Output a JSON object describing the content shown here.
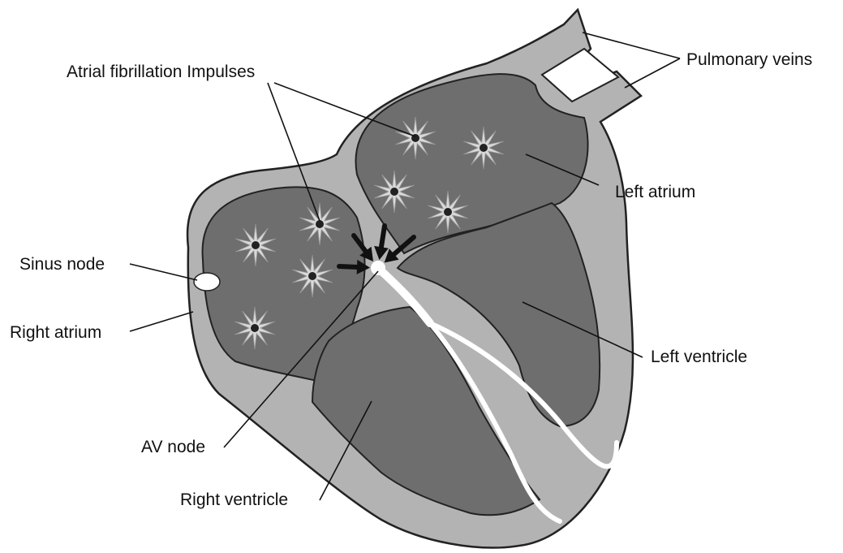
{
  "colors": {
    "outer_wall": "#b3b3b3",
    "chamber": "#6e6e6e",
    "outline": "#222222",
    "conduction": "#ffffff",
    "impulse_ray": "#d9d9d9",
    "impulse_center": "#222222",
    "arrow": "#111111"
  },
  "labels": {
    "impulses": "Atrial fibrillation Impulses",
    "pulmonary_veins": "Pulmonary veins",
    "left_atrium": "Left atrium",
    "sinus_node": "Sinus node",
    "right_atrium": "Right atrium",
    "left_ventricle": "Left ventricle",
    "av_node": "AV node",
    "right_ventricle": "Right ventricle"
  },
  "icons": {
    "impulse": "starburst-icon",
    "arrow": "arrow-icon"
  }
}
